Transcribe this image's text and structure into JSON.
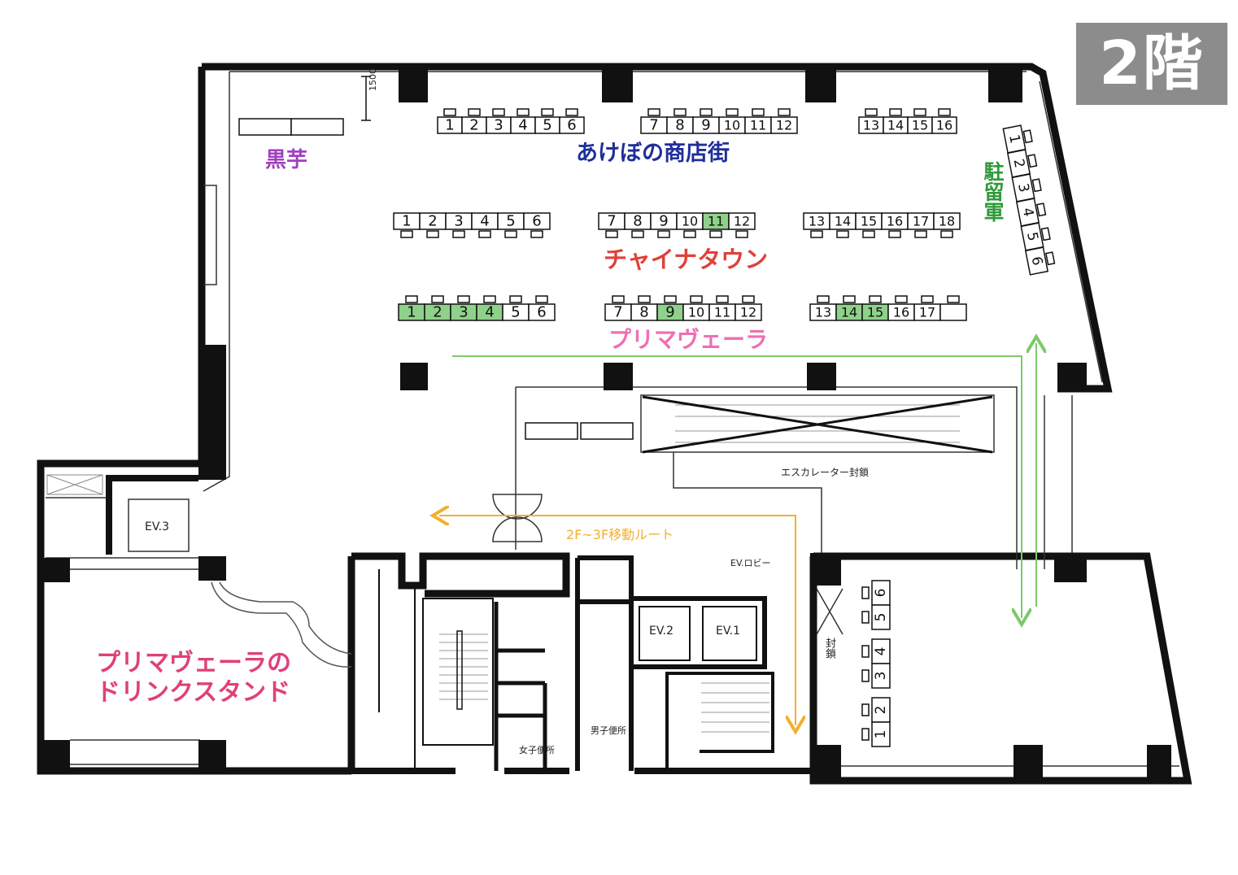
{
  "floor_label": "2階",
  "colors": {
    "wall": "#111111",
    "booth_highlight": "#8fd18a",
    "akebono": "#1f2f9a",
    "kuroimo": "#a040c0",
    "chinatown": "#e0403a",
    "primavera": "#ef6fb2",
    "drink": "#e0407a",
    "churyugun": "#2f9a3a",
    "route_orange": "#f0b030",
    "route_green": "#7cc86a",
    "badge_bg": "#8c8c8c"
  },
  "zones": {
    "kuroimo": "黒芋",
    "akebono": "あけぼの商店街",
    "chinatown": "チャイナタウン",
    "primavera": "プリマヴェーラ",
    "churyugun": "駐留軍",
    "drink_line1": "プリマヴェーラの",
    "drink_line2": "ドリンクスタンド"
  },
  "labels": {
    "dimension": "1500",
    "ev3": "EV.3",
    "ev2": "EV.2",
    "ev1": "EV.1",
    "escalator_closed": "エスカレーター封鎖",
    "route_2f3f": "2F~3F移動ルート",
    "ev_lobby": "EV.ロビー",
    "closed_v": "封鎖",
    "womens_restroom": "女子便所",
    "mens_restroom": "男子便所"
  },
  "booth_rows": [
    {
      "id": "top-a",
      "numbers": [
        "1",
        "2",
        "3",
        "4",
        "5",
        "6"
      ],
      "highlighted": []
    },
    {
      "id": "top-b",
      "numbers": [
        "7",
        "8",
        "9",
        "10",
        "11",
        "12"
      ],
      "highlighted": []
    },
    {
      "id": "top-c",
      "numbers": [
        "13",
        "14",
        "15",
        "16"
      ],
      "highlighted": []
    },
    {
      "id": "mid-a",
      "numbers": [
        "1",
        "2",
        "3",
        "4",
        "5",
        "6"
      ],
      "highlighted": []
    },
    {
      "id": "mid-b",
      "numbers": [
        "7",
        "8",
        "9",
        "10",
        "11",
        "12"
      ],
      "highlighted": [
        "11"
      ]
    },
    {
      "id": "mid-c",
      "numbers": [
        "13",
        "14",
        "15",
        "16",
        "17",
        "18"
      ],
      "highlighted": []
    },
    {
      "id": "low-a",
      "numbers": [
        "1",
        "2",
        "3",
        "4",
        "5",
        "6"
      ],
      "highlighted": [
        "1",
        "2",
        "3",
        "4"
      ]
    },
    {
      "id": "low-b",
      "numbers": [
        "7",
        "8",
        "9",
        "10",
        "11",
        "12"
      ],
      "highlighted": [
        "9"
      ]
    },
    {
      "id": "low-c",
      "numbers": [
        "13",
        "14",
        "15",
        "16",
        "17",
        ""
      ],
      "highlighted": [
        "14",
        "15"
      ]
    },
    {
      "id": "diag",
      "numbers": [
        "1",
        "2",
        "3",
        "4",
        "5",
        "6"
      ],
      "highlighted": []
    },
    {
      "id": "right-a",
      "numbers": [
        "6",
        "5"
      ],
      "highlighted": []
    },
    {
      "id": "right-b",
      "numbers": [
        "4",
        "3"
      ],
      "highlighted": []
    },
    {
      "id": "right-c",
      "numbers": [
        "2",
        "1"
      ],
      "highlighted": []
    }
  ]
}
